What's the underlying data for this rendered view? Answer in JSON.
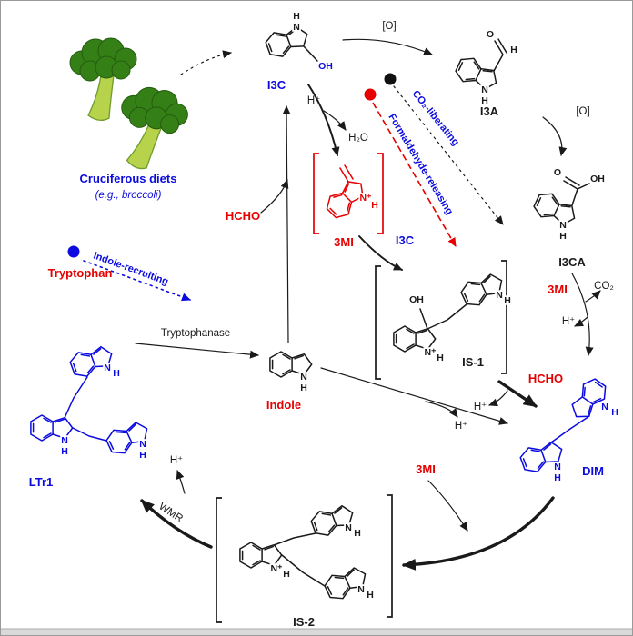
{
  "figure": {
    "source": {
      "title": "Cruciferous diets",
      "subtitle": "(e.g., broccoli)"
    },
    "compounds": {
      "i3c": "I3C",
      "i3a": "I3A",
      "i3ca": "I3CA",
      "mi": "3MI",
      "indole": "Indole",
      "tryptophan": "Tryptophan",
      "is1": "IS-1",
      "is2": "IS-2",
      "dim": "DIM",
      "ltr1": "LTr1"
    },
    "reagents": {
      "oxidant": "[O]",
      "h_plus": "H⁺",
      "h2o": "H₂O",
      "co2": "CO₂",
      "hcho": "HCHO"
    },
    "processes": {
      "co2_liberating": "CO₂-liberating",
      "formaldehyde_releasing": "Formaldehyde-releasing",
      "indole_recruiting": "Indole-recruiting",
      "tryptophanase": "Tryptophanase",
      "wmr": "WMR"
    },
    "atoms": {
      "n": "N",
      "h": "H",
      "n_plus": "N⁺",
      "o": "O",
      "oh": "OH"
    },
    "colors": {
      "blue": "#0b0bdf",
      "red": "#e60000",
      "black": "#1a1a1a",
      "broccoli_crown": "#357f17",
      "broccoli_stalk": "#b7d24b"
    }
  }
}
